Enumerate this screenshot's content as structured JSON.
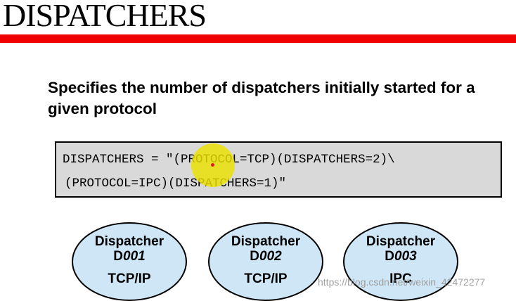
{
  "title": "DISPATCHERS",
  "subtitle": "Specifies the number of dispatchers initially started for a given protocol",
  "code": {
    "line1": "DISPATCHERS = \"(PROTOCOL=TCP)(DISPATCHERS=2)\\",
    "line2": "(PROTOCOL=IPC)(DISPATCHERS=1)\""
  },
  "dispatchers": [
    {
      "label": "Dispatcher",
      "id_prefix": "D",
      "id_number": "001",
      "protocol": "TCP/IP"
    },
    {
      "label": "Dispatcher",
      "id_prefix": "D",
      "id_number": "002",
      "protocol": "TCP/IP"
    },
    {
      "label": "Dispatcher",
      "id_prefix": "D",
      "id_number": "003",
      "protocol": "IPC"
    }
  ],
  "watermark": "https://blog.csdn.net/weixin_42472277",
  "colors": {
    "accent_bar": "#f00000",
    "code_background": "#d9d9d9",
    "node_fill": "#cfe6f6",
    "cursor_highlight": "#ebe100"
  },
  "icons": [
    "cursor-highlight-icon"
  ]
}
